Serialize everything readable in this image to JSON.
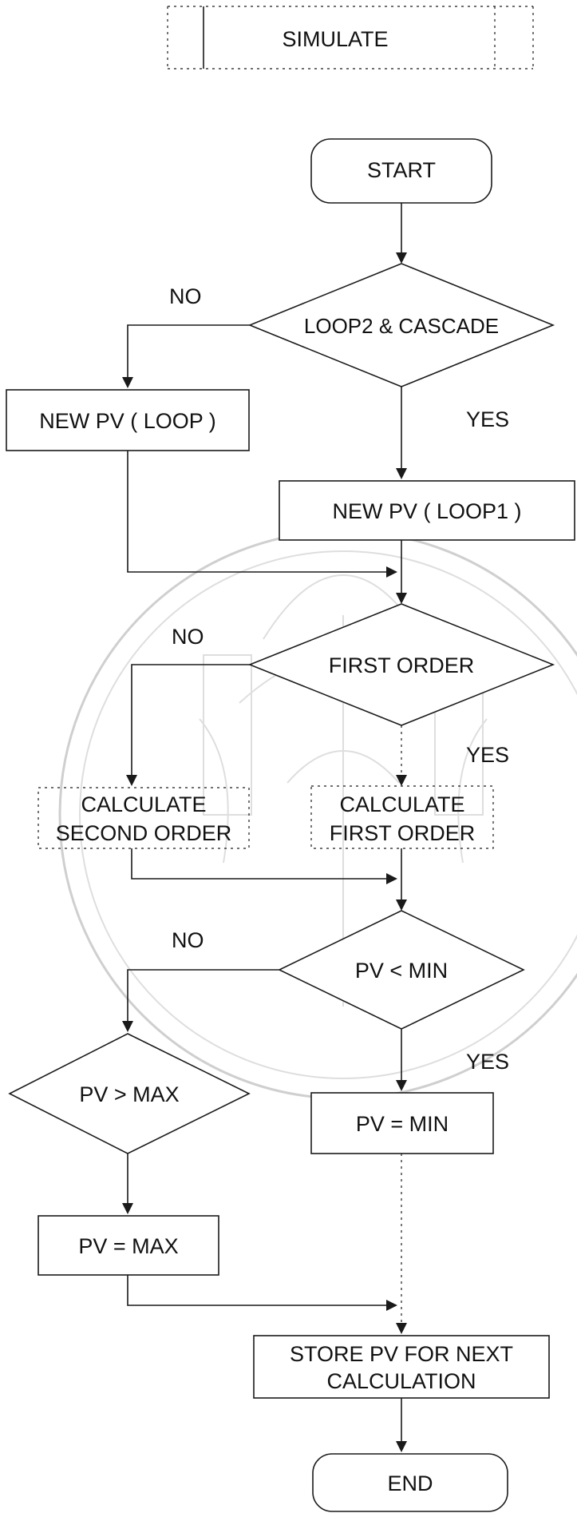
{
  "header": {
    "title": "SIMULATE"
  },
  "nodes": {
    "start": "START",
    "loop2_cascade": "LOOP2 & CASCADE",
    "new_pv_loop": "NEW PV ( LOOP )",
    "new_pv_loop1": "NEW PV ( LOOP1 )",
    "first_order_decision": "FIRST ORDER",
    "calc_second_order": [
      "CALCULATE",
      "SECOND ORDER"
    ],
    "calc_first_order": [
      "CALCULATE",
      "FIRST ORDER"
    ],
    "pv_lt_min": "PV < MIN",
    "pv_gt_max": "PV > MAX",
    "pv_eq_min": "PV = MIN",
    "pv_eq_max": "PV = MAX",
    "store_pv": [
      "STORE PV FOR NEXT",
      "CALCULATION"
    ],
    "end": "END"
  },
  "labels": {
    "no": "NO",
    "yes": "YES"
  },
  "colors": {
    "ink": "#1a1a1a",
    "background": "#ffffff",
    "watermark": "#cfcfcf"
  }
}
